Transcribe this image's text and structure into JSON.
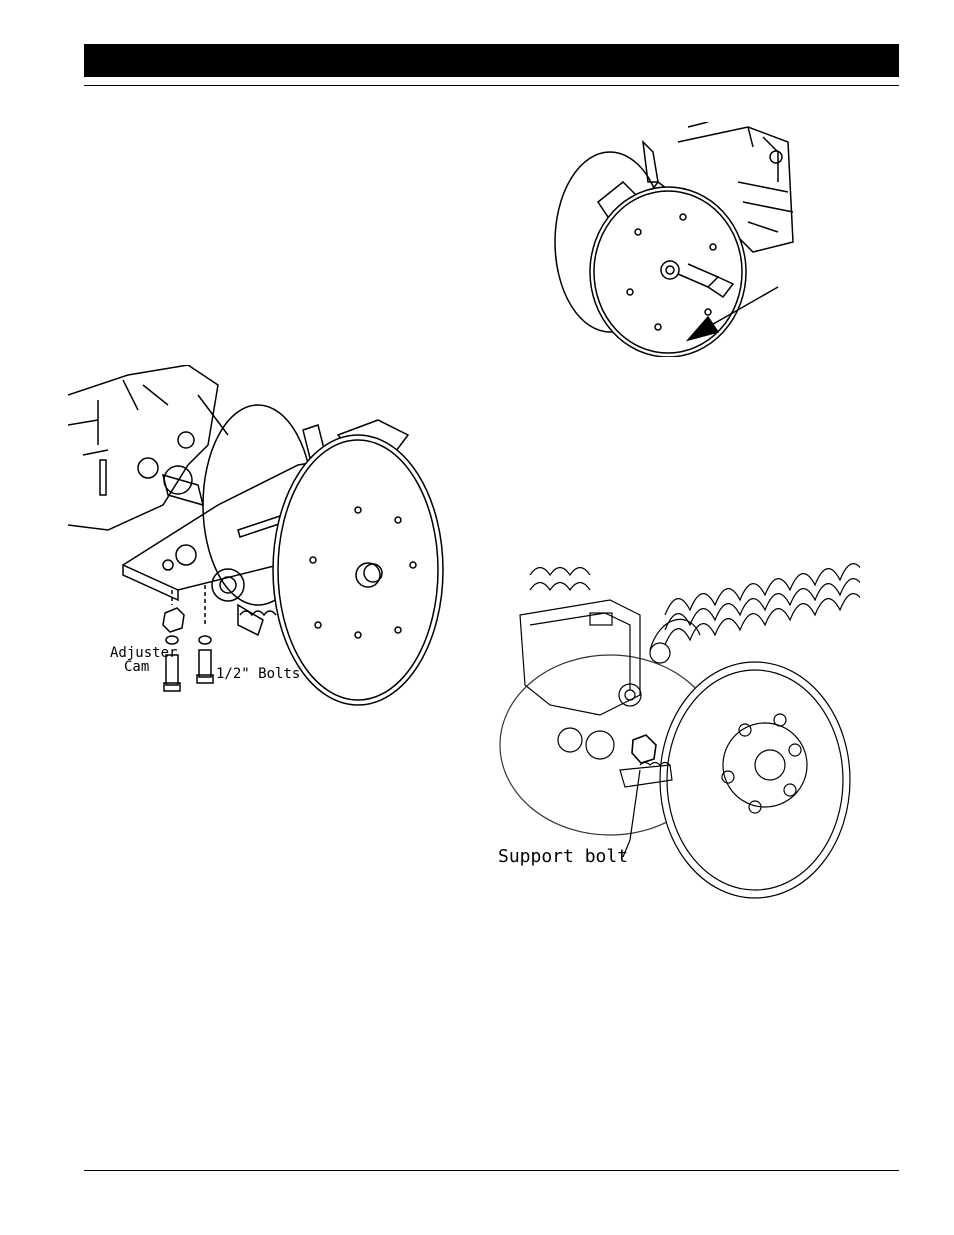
{
  "figures": {
    "disc_removal": {},
    "bolt_assembly": {
      "adjuster_cam_label_line1": "Adjuster",
      "adjuster_cam_label_line2": "Cam",
      "bolts_label": "1/2\" Bolts"
    },
    "support_bolt": {
      "support_bolt_label": "Support bolt"
    }
  }
}
